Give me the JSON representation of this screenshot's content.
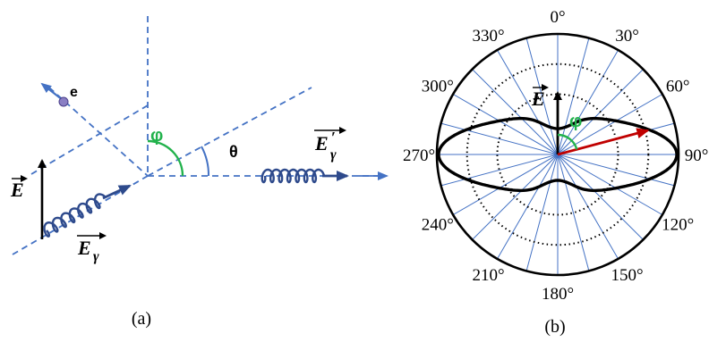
{
  "colors": {
    "dashed": "#4472c4",
    "wave": "#2e4a8c",
    "black": "#000000",
    "green": "#22b24c",
    "red": "#c00000",
    "polar_grid": "#4472c4",
    "electron": "#8a7fc4"
  },
  "panel_a": {
    "caption": "(a)",
    "electron_label": "e",
    "phi_label": "φ",
    "theta_label": "θ",
    "e_label": "E",
    "egamma_label": "E",
    "egamma_sub": "γ",
    "egamma_prime_label": "E",
    "egamma_prime_sub": "γ",
    "egamma_prime_mark": "′"
  },
  "panel_b": {
    "caption": "(b)",
    "e_label": "E",
    "phi_label": "φ",
    "angle_labels": [
      {
        "text": "0°",
        "deg": 0
      },
      {
        "text": "30°",
        "deg": 30
      },
      {
        "text": "60°",
        "deg": 60
      },
      {
        "text": "90°",
        "deg": 90
      },
      {
        "text": "120°",
        "deg": 120
      },
      {
        "text": "150°",
        "deg": 150
      },
      {
        "text": "180°",
        "deg": 180
      },
      {
        "text": "210°",
        "deg": 210
      },
      {
        "text": "240°",
        "deg": 240
      },
      {
        "text": "270°",
        "deg": 270
      },
      {
        "text": "300°",
        "deg": 300
      },
      {
        "text": "330°",
        "deg": 330
      }
    ],
    "radial_line_step_deg": 15,
    "dotted_circle_fractions": [
      0.5,
      0.75
    ],
    "vector_angle_deg": 75,
    "distribution": "dipole lobes along 90°–270° axis with narrow waist at 0°/180°"
  }
}
